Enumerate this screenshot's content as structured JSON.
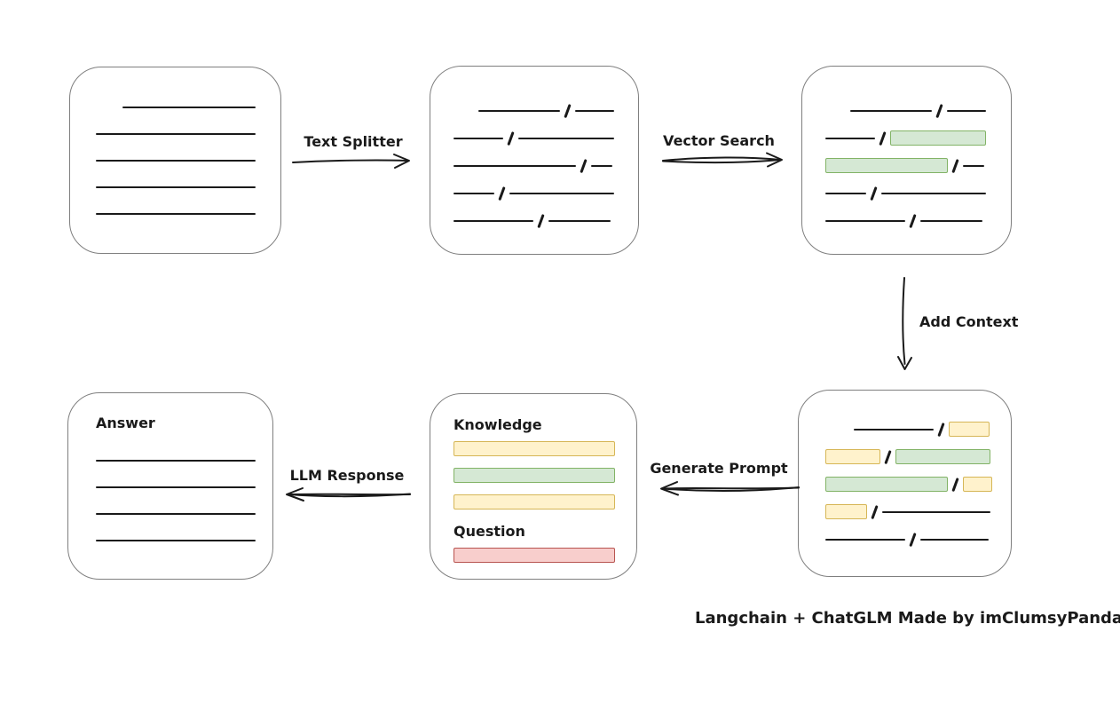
{
  "page": {
    "caption": "Langchain + ChatGLM Made by imClumsyPanda"
  },
  "colors": {
    "ink": "#1a1a1a",
    "box_stroke": "#7f7f7f",
    "green_fill": "#d5e8d4",
    "green_stroke": "#82b366",
    "yellow_fill": "#fff2cc",
    "yellow_stroke": "#d6b656",
    "red_fill": "#f8cecc",
    "red_stroke": "#b85450"
  },
  "arrows": {
    "text_splitter": {
      "label": "Text Splitter",
      "direction": "right"
    },
    "vector_search": {
      "label": "Vector Search",
      "direction": "right"
    },
    "add_context": {
      "label": "Add Context",
      "direction": "down"
    },
    "generate_prompt": {
      "label": "Generate Prompt",
      "direction": "left"
    },
    "llm_response": {
      "label": "LLM Response",
      "direction": "left"
    }
  },
  "boxes": {
    "document": {
      "rows": [
        [
          {
            "t": "indent",
            "w": 30
          },
          {
            "t": "line",
            "w": 150
          }
        ],
        [
          {
            "t": "line",
            "w": 180
          }
        ],
        [
          {
            "t": "line",
            "w": 180
          }
        ],
        [
          {
            "t": "line",
            "w": 180
          }
        ],
        [
          {
            "t": "line",
            "w": 180
          }
        ]
      ]
    },
    "chunks": {
      "rows": [
        [
          {
            "t": "indent",
            "w": 28
          },
          {
            "t": "line",
            "w": 92
          },
          {
            "t": "slash"
          },
          {
            "t": "line",
            "w": 44
          }
        ],
        [
          {
            "t": "line",
            "w": 56
          },
          {
            "t": "slash"
          },
          {
            "t": "line",
            "w": 108
          }
        ],
        [
          {
            "t": "line",
            "w": 138
          },
          {
            "t": "slash"
          },
          {
            "t": "line",
            "w": 24
          }
        ],
        [
          {
            "t": "line",
            "w": 46
          },
          {
            "t": "slash"
          },
          {
            "t": "line",
            "w": 118
          }
        ],
        [
          {
            "t": "line",
            "w": 90
          },
          {
            "t": "slash"
          },
          {
            "t": "line",
            "w": 70
          }
        ]
      ]
    },
    "retrieved": {
      "rows": [
        [
          {
            "t": "indent",
            "w": 28
          },
          {
            "t": "line",
            "w": 92
          },
          {
            "t": "slash"
          },
          {
            "t": "line",
            "w": 44
          }
        ],
        [
          {
            "t": "line",
            "w": 56
          },
          {
            "t": "slash"
          },
          {
            "t": "bar",
            "c": "green",
            "w": 108
          }
        ],
        [
          {
            "t": "bar",
            "c": "green",
            "w": 138
          },
          {
            "t": "slash"
          },
          {
            "t": "line",
            "w": 24
          }
        ],
        [
          {
            "t": "line",
            "w": 46
          },
          {
            "t": "slash"
          },
          {
            "t": "line",
            "w": 118
          }
        ],
        [
          {
            "t": "line",
            "w": 90
          },
          {
            "t": "slash"
          },
          {
            "t": "line",
            "w": 70
          }
        ]
      ]
    },
    "context": {
      "rows": [
        [
          {
            "t": "indent",
            "w": 32
          },
          {
            "t": "line",
            "w": 90
          },
          {
            "t": "slash"
          },
          {
            "t": "bar",
            "c": "yellow",
            "w": 46
          }
        ],
        [
          {
            "t": "bar",
            "c": "yellow",
            "w": 62
          },
          {
            "t": "slash"
          },
          {
            "t": "bar",
            "c": "green",
            "w": 107
          }
        ],
        [
          {
            "t": "bar",
            "c": "green",
            "w": 138
          },
          {
            "t": "slash"
          },
          {
            "t": "bar",
            "c": "yellow",
            "w": 33
          }
        ],
        [
          {
            "t": "bar",
            "c": "yellow",
            "w": 47
          },
          {
            "t": "slash"
          },
          {
            "t": "line",
            "w": 122
          }
        ],
        [
          {
            "t": "line",
            "w": 90
          },
          {
            "t": "slash"
          },
          {
            "t": "line",
            "w": 77
          }
        ]
      ]
    },
    "prompt": {
      "knowledge_label": "Knowledge",
      "question_label": "Question",
      "knowledge_rows": [
        [
          {
            "t": "bar",
            "c": "yellow",
            "w": 182
          }
        ],
        [
          {
            "t": "bar",
            "c": "green",
            "w": 182
          }
        ],
        [
          {
            "t": "bar",
            "c": "yellow",
            "w": 182
          }
        ]
      ],
      "question_rows": [
        [
          {
            "t": "bar",
            "c": "red",
            "w": 182
          }
        ]
      ]
    },
    "answer": {
      "label": "Answer",
      "rows": [
        [
          {
            "t": "line",
            "w": 180
          }
        ],
        [
          {
            "t": "line",
            "w": 180
          }
        ],
        [
          {
            "t": "line",
            "w": 180
          }
        ],
        [
          {
            "t": "line",
            "w": 180
          }
        ]
      ]
    }
  }
}
